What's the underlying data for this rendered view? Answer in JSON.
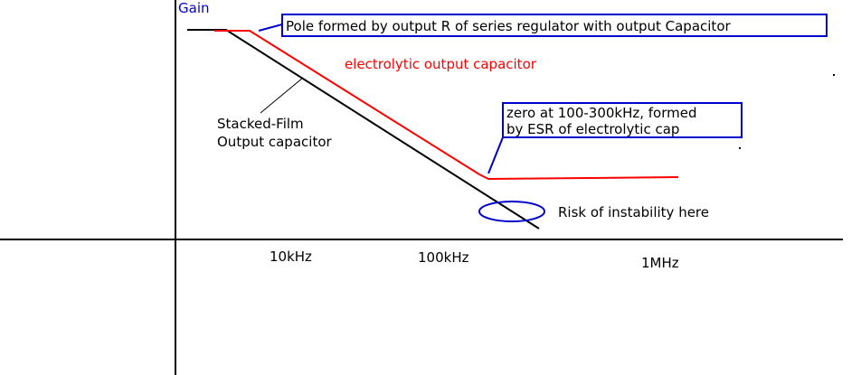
{
  "axes": {
    "y_label": "Gain",
    "x_ticks": [
      "10kHz",
      "100kHz",
      "1MHz"
    ]
  },
  "annotations": {
    "pole_box": "Pole formed by output R of series regulator with output Capacitor",
    "electrolytic": "electrolytic output capacitor",
    "film_line1": "Stacked-Film",
    "film_line2": "Output capacitor",
    "zero_line1": "zero at 100-300kHz, formed",
    "zero_line2": "by ESR of electrolytic cap",
    "risk": "Risk of instability here"
  },
  "colors": {
    "axis": "#000000",
    "film_curve": "#000000",
    "electrolytic_curve": "#ff0000",
    "callout": "#0000cc",
    "electrolytic_text": "#ff0000"
  }
}
